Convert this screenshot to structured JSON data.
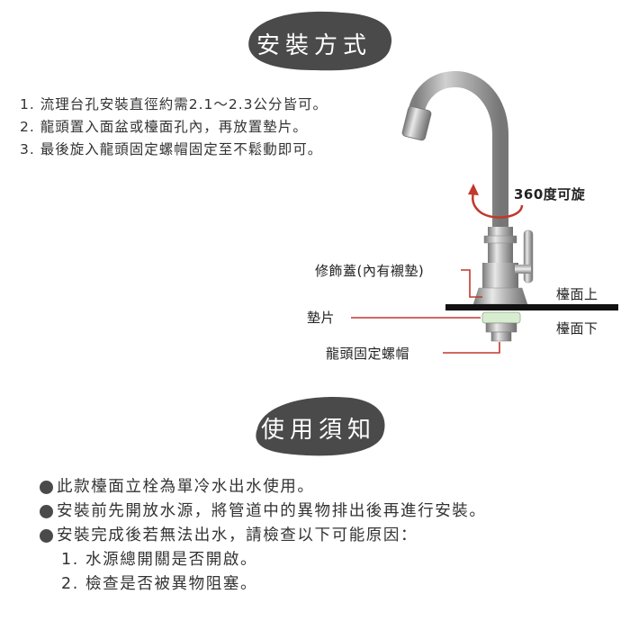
{
  "section_install": {
    "title": "安裝方式"
  },
  "install_steps": [
    "1. 流理台孔安裝直徑約需2.1～2.3公分皆可。",
    "2. 龍頭置入面盆或檯面孔內，再放置墊片。",
    "3. 最後旋入龍頭固定螺帽固定至不鬆動即可。"
  ],
  "diagram": {
    "rotate_label": "360度可旋",
    "cover_label": "修飾蓋(內有襯墊)",
    "counter_top_label": "檯面上",
    "counter_bottom_label": "檯面下",
    "washer_label": "墊片",
    "nut_label": "龍頭固定螺帽",
    "colors": {
      "leader_line": "#c0392b",
      "counter": "#111111",
      "washer": "#d8ecd0"
    }
  },
  "section_notice": {
    "title": "使用須知"
  },
  "notice_items": [
    "此款檯面立栓為單冷水出水使用。",
    "安裝前先開放水源，將管道中的異物排出後再進行安裝。",
    "安裝完成後若無法出水，請檢查以下可能原因："
  ],
  "notice_subitems": [
    "1. 水源總開關是否開啟。",
    "2. 檢查是否被異物阻塞。"
  ],
  "colors": {
    "blob": "#4a4a4a",
    "text": "#333333"
  }
}
